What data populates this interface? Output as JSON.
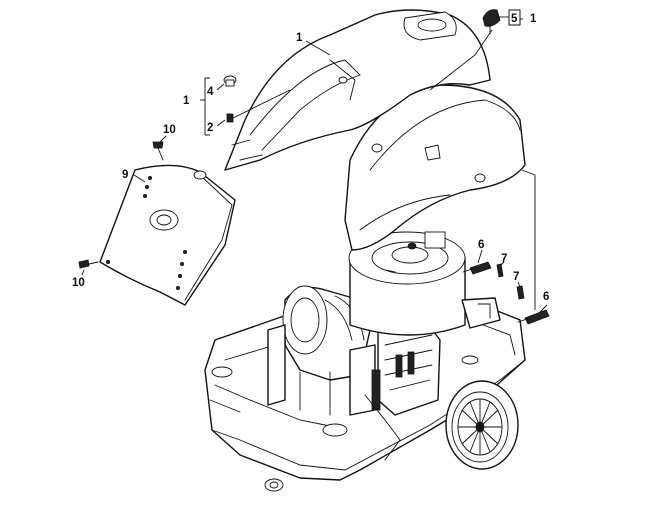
{
  "callouts": {
    "c1_top": "1",
    "c5_box": "5",
    "c1_box_suffix": "1",
    "c1_left": "1",
    "c4": "4",
    "c2": "2",
    "c10_top": "10",
    "c9": "9",
    "c10_bottom": "10",
    "c6_top": "6",
    "c7_top": "7",
    "c7_bottom": "7",
    "c6_bottom": "6"
  }
}
